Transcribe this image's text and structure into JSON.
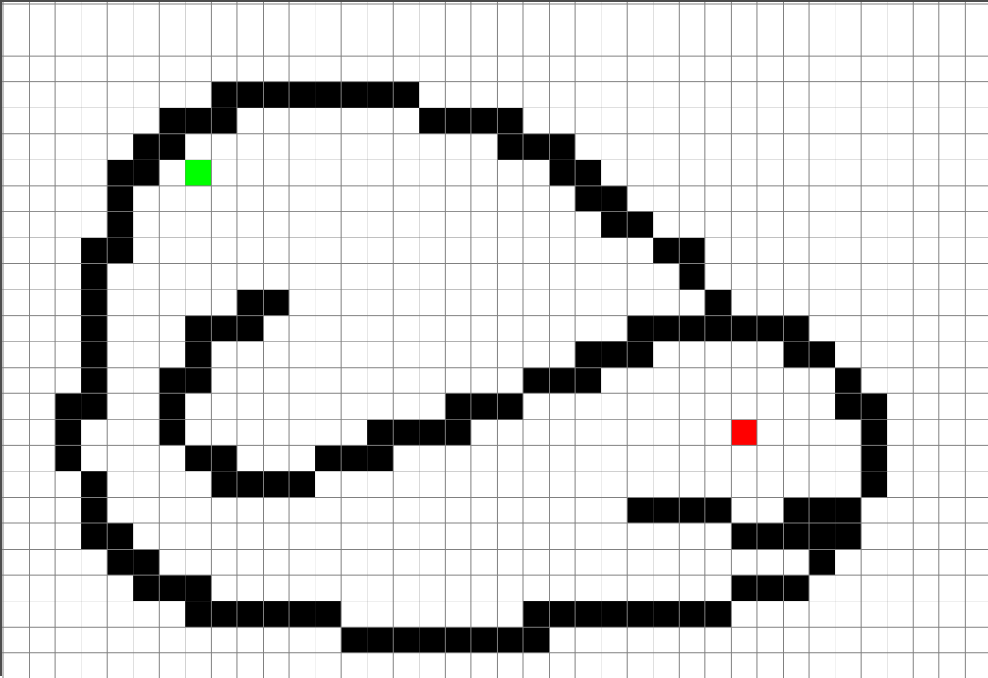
{
  "grid": {
    "columns": 38,
    "rows": 26,
    "colors": {
      "background": "#ffffff",
      "grid_line": "#808080",
      "wall": "#000000",
      "start": "#00ff00",
      "goal": "#ff0000"
    },
    "walls": [
      [
        8,
        3
      ],
      [
        9,
        3
      ],
      [
        10,
        3
      ],
      [
        11,
        3
      ],
      [
        12,
        3
      ],
      [
        13,
        3
      ],
      [
        14,
        3
      ],
      [
        15,
        3
      ],
      [
        6,
        4
      ],
      [
        7,
        4
      ],
      [
        8,
        4
      ],
      [
        16,
        4
      ],
      [
        17,
        4
      ],
      [
        18,
        4
      ],
      [
        19,
        4
      ],
      [
        5,
        5
      ],
      [
        6,
        5
      ],
      [
        19,
        5
      ],
      [
        20,
        5
      ],
      [
        21,
        5
      ],
      [
        4,
        6
      ],
      [
        5,
        6
      ],
      [
        21,
        6
      ],
      [
        22,
        6
      ],
      [
        4,
        7
      ],
      [
        22,
        7
      ],
      [
        23,
        7
      ],
      [
        4,
        8
      ],
      [
        23,
        8
      ],
      [
        24,
        8
      ],
      [
        3,
        9
      ],
      [
        4,
        9
      ],
      [
        25,
        9
      ],
      [
        26,
        9
      ],
      [
        3,
        10
      ],
      [
        26,
        10
      ],
      [
        3,
        11
      ],
      [
        9,
        11
      ],
      [
        10,
        11
      ],
      [
        27,
        11
      ],
      [
        3,
        12
      ],
      [
        7,
        12
      ],
      [
        8,
        12
      ],
      [
        9,
        12
      ],
      [
        24,
        12
      ],
      [
        25,
        12
      ],
      [
        26,
        12
      ],
      [
        27,
        12
      ],
      [
        28,
        12
      ],
      [
        29,
        12
      ],
      [
        30,
        12
      ],
      [
        3,
        13
      ],
      [
        7,
        13
      ],
      [
        22,
        13
      ],
      [
        23,
        13
      ],
      [
        24,
        13
      ],
      [
        30,
        13
      ],
      [
        31,
        13
      ],
      [
        3,
        14
      ],
      [
        6,
        14
      ],
      [
        7,
        14
      ],
      [
        20,
        14
      ],
      [
        21,
        14
      ],
      [
        22,
        14
      ],
      [
        32,
        14
      ],
      [
        2,
        15
      ],
      [
        3,
        15
      ],
      [
        6,
        15
      ],
      [
        17,
        15
      ],
      [
        18,
        15
      ],
      [
        19,
        15
      ],
      [
        32,
        15
      ],
      [
        33,
        15
      ],
      [
        2,
        16
      ],
      [
        6,
        16
      ],
      [
        14,
        16
      ],
      [
        15,
        16
      ],
      [
        16,
        16
      ],
      [
        17,
        16
      ],
      [
        33,
        16
      ],
      [
        2,
        17
      ],
      [
        7,
        17
      ],
      [
        8,
        17
      ],
      [
        12,
        17
      ],
      [
        13,
        17
      ],
      [
        14,
        17
      ],
      [
        33,
        17
      ],
      [
        3,
        18
      ],
      [
        8,
        18
      ],
      [
        9,
        18
      ],
      [
        10,
        18
      ],
      [
        11,
        18
      ],
      [
        33,
        18
      ],
      [
        3,
        19
      ],
      [
        24,
        19
      ],
      [
        25,
        19
      ],
      [
        26,
        19
      ],
      [
        27,
        19
      ],
      [
        30,
        19
      ],
      [
        31,
        19
      ],
      [
        32,
        19
      ],
      [
        3,
        20
      ],
      [
        4,
        20
      ],
      [
        28,
        20
      ],
      [
        29,
        20
      ],
      [
        30,
        20
      ],
      [
        31,
        20
      ],
      [
        32,
        20
      ],
      [
        4,
        21
      ],
      [
        5,
        21
      ],
      [
        31,
        21
      ],
      [
        5,
        22
      ],
      [
        6,
        22
      ],
      [
        7,
        22
      ],
      [
        28,
        22
      ],
      [
        29,
        22
      ],
      [
        30,
        22
      ],
      [
        7,
        23
      ],
      [
        8,
        23
      ],
      [
        9,
        23
      ],
      [
        10,
        23
      ],
      [
        11,
        23
      ],
      [
        12,
        23
      ],
      [
        20,
        23
      ],
      [
        21,
        23
      ],
      [
        22,
        23
      ],
      [
        23,
        23
      ],
      [
        24,
        23
      ],
      [
        25,
        23
      ],
      [
        26,
        23
      ],
      [
        27,
        23
      ],
      [
        13,
        24
      ],
      [
        14,
        24
      ],
      [
        15,
        24
      ],
      [
        16,
        24
      ],
      [
        17,
        24
      ],
      [
        18,
        24
      ],
      [
        19,
        24
      ],
      [
        20,
        24
      ]
    ],
    "start": [
      7,
      6
    ],
    "goal": [
      28,
      16
    ]
  }
}
